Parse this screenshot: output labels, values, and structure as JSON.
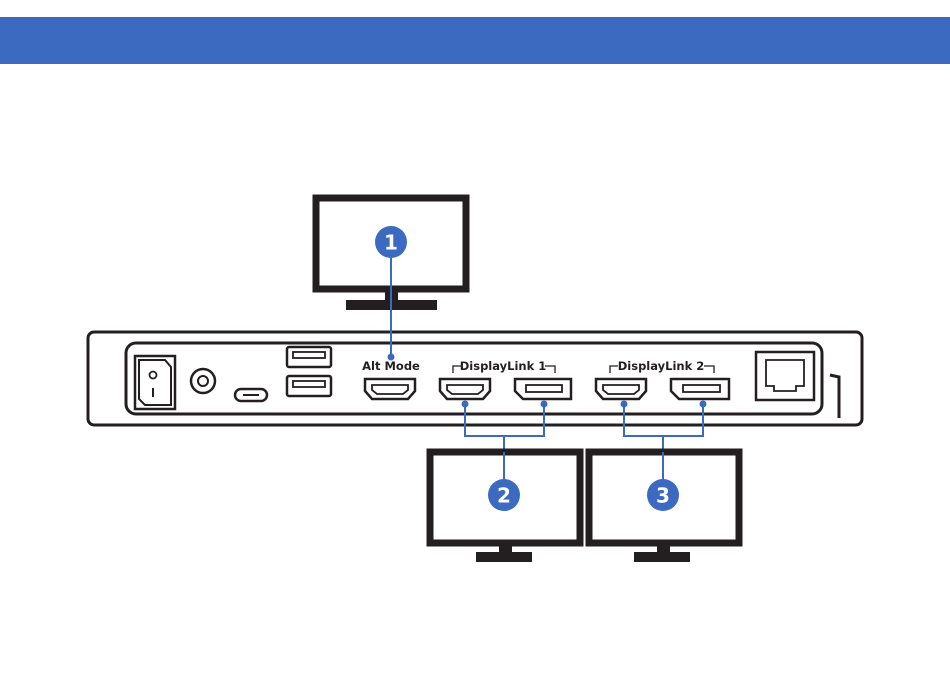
{
  "colors": {
    "header": "#3b6ac0",
    "accent": "#3b6ac0",
    "outline": "#231f20"
  },
  "dock": {
    "icons": [
      "power-switch-icon",
      "dc-power-jack-icon",
      "usb-c-port-icon",
      "usb-a-port-icon",
      "hdmi-port-icon",
      "displayport-port-icon",
      "ethernet-port-icon"
    ]
  },
  "ports": {
    "alt_mode_label": "Alt Mode",
    "displaylink_1_label": "DisplayLink 1",
    "displaylink_2_label": "DisplayLink 2"
  },
  "monitors": [
    {
      "badge": "1"
    },
    {
      "badge": "2"
    },
    {
      "badge": "3"
    }
  ]
}
